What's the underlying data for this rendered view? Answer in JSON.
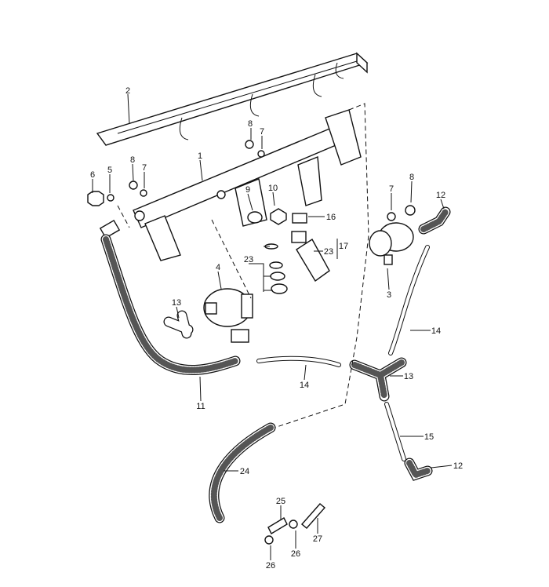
{
  "diagram": {
    "title": "Fuel rail and injector assembly exploded view",
    "callouts": [
      "2",
      "8",
      "7",
      "1",
      "8",
      "7",
      "5",
      "6",
      "8",
      "7",
      "12",
      "9",
      "10",
      "16",
      "23",
      "23",
      "17",
      "4",
      "3",
      "13",
      "14",
      "13",
      "14",
      "11",
      "15",
      "12",
      "24",
      "25",
      "27",
      "26",
      "26"
    ]
  }
}
